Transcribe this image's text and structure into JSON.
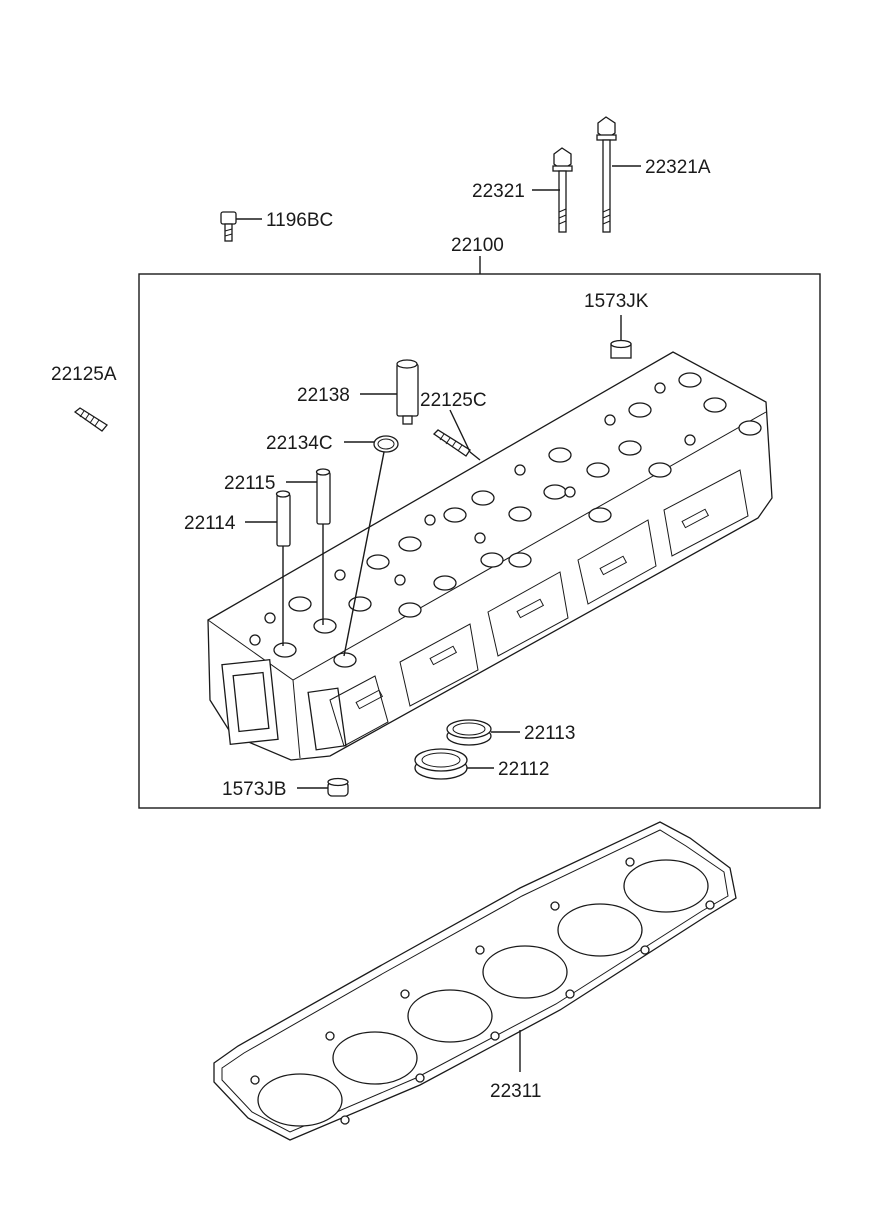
{
  "labels": {
    "p22321": "22321",
    "p22321A": "22321A",
    "p1196BC": "1196BC",
    "p22100": "22100",
    "p1573JK": "1573JK",
    "p22125A": "22125A",
    "p22138": "22138",
    "p22125C": "22125C",
    "p22134C": "22134C",
    "p22115": "22115",
    "p22114": "22114",
    "p22113": "22113",
    "p22112": "22112",
    "p1573JB": "1573JB",
    "p22311": "22311"
  }
}
